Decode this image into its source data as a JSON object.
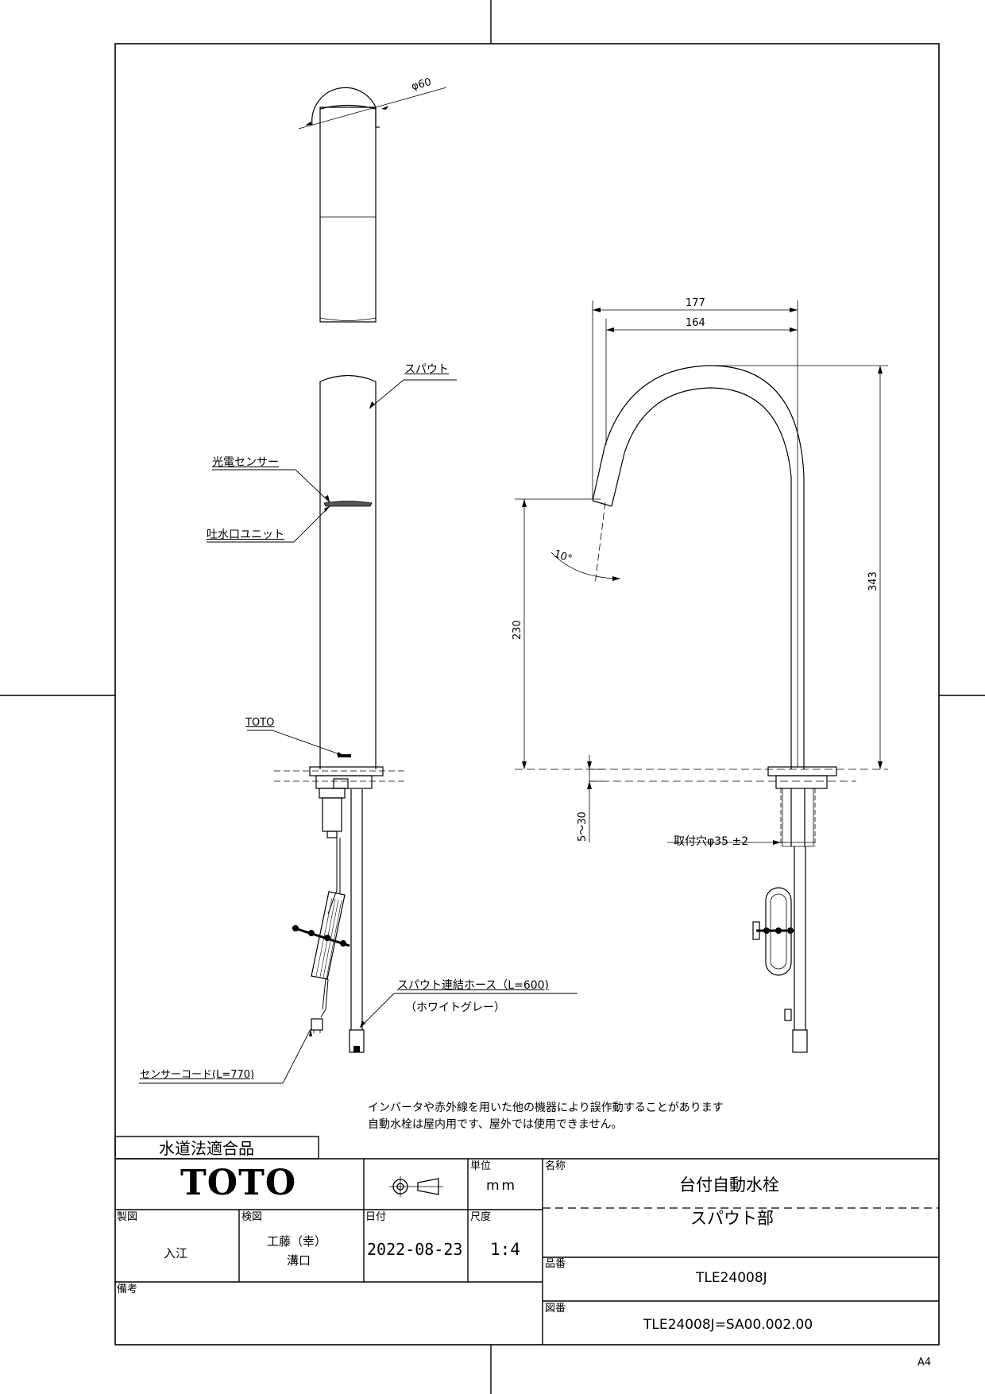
{
  "view_annotations": {
    "diameter": "φ60",
    "spout": "スパウト",
    "sensor": "光電センサー",
    "outlet_unit": "吐水口ユニット",
    "brand_mark": "TOTO",
    "hose": "スパウト連結ホース（L=600)",
    "hose_color": "（ホワイトグレー）",
    "sensor_cord": "センサーコード(L=770)"
  },
  "dimensions": {
    "width_overall": "177",
    "width_reach": "164",
    "height_total": "343",
    "height_outlet": "230",
    "angle": "10°",
    "counter_thickness": "5～30",
    "mounting_hole": "取付穴φ35 ±2"
  },
  "notes": [
    "インバータや赤外線を用いた他の機器により誤作動することがあります",
    "自動水栓は屋内用です、屋外では使用できません。"
  ],
  "title_block": {
    "compliance": "水道法適合品",
    "maker_logo": "TOTO",
    "unit_label": "単位",
    "unit_value": "mm",
    "name_label": "名称",
    "name_line1": "台付自動水栓",
    "name_line2": "スパウト部",
    "drawn_label": "製図",
    "drawn_value": "入江",
    "checked_label": "検図",
    "checked_line1": "工藤（幸）",
    "checked_line2": "溝口",
    "date_label": "日付",
    "date_value": "2022-08-23",
    "scale_label": "尺度",
    "scale_value": "1:4",
    "part_no_label": "品番",
    "part_no_value": "TLE24008J",
    "remarks_label": "備考",
    "drawing_no_label": "図番",
    "drawing_no_value": "TLE24008J=SA00.002.00",
    "sheet_size": "A4"
  }
}
